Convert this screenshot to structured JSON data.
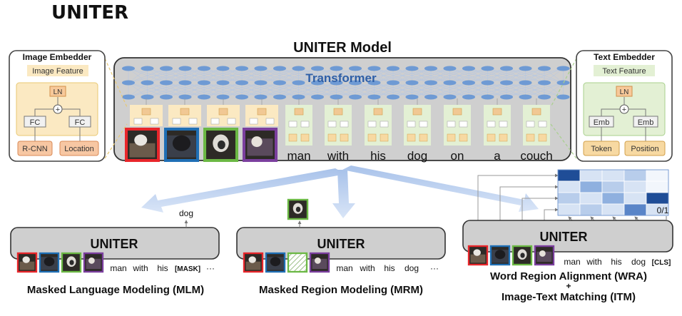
{
  "page_title": "UNITER",
  "model_title": "UNITER Model",
  "transformer_label": "Transformer",
  "image_embedder": {
    "title": "Image Embedder",
    "feature_label": "Image Feature",
    "ln_label": "LN",
    "plus_label": "+",
    "fc_left_label": "FC",
    "fc_right_label": "FC",
    "rcnn_label": "R-CNN",
    "location_label": "Location"
  },
  "text_embedder": {
    "title": "Text Embedder",
    "feature_label": "Text Feature",
    "ln_label": "LN",
    "plus_label": "+",
    "emb_left_label": "Emb",
    "emb_right_label": "Emb",
    "token_label": "Token",
    "position_label": "Position"
  },
  "tokens": [
    "man",
    "with",
    "his",
    "dog",
    "on",
    "a",
    "couch"
  ],
  "region_colors": [
    "#e8262b",
    "#1f6fb5",
    "#6bb844",
    "#7b3f9e"
  ],
  "colors": {
    "embed_fill": "#fbe9c2",
    "embed_inner": "#f7d9a2",
    "text_fill": "#e3f0d4",
    "text_inner": "#f1ccA0",
    "transformer_blue": "#6e9ad4",
    "label_blue": "#2f5fa6",
    "heatmap_dark": "#1f4d97"
  },
  "mlm": {
    "block_label": "UNITER",
    "target_word": "dog",
    "tokens": [
      "man",
      "with",
      "his",
      "[MASK]",
      "···"
    ],
    "caption": "Masked Language Modeling (MLM)"
  },
  "mrm": {
    "block_label": "UNITER",
    "tokens": [
      "man",
      "with",
      "his",
      "dog",
      "···"
    ],
    "caption": "Masked Region Modeling (MRM)"
  },
  "wra": {
    "block_label": "UNITER",
    "tokens": [
      "man",
      "with",
      "his",
      "dog",
      "[CLS]"
    ],
    "itm_output": "0/1",
    "caption_line1": "Word Region Alignment (WRA)",
    "caption_plus": "+",
    "caption_line2": "Image-Text Matching (ITM)",
    "alignment_matrix": [
      [
        5,
        1,
        1,
        2,
        0
      ],
      [
        1,
        3,
        2,
        1,
        0
      ],
      [
        2,
        1,
        3,
        1,
        5
      ],
      [
        1,
        2,
        1,
        4,
        1
      ]
    ]
  }
}
